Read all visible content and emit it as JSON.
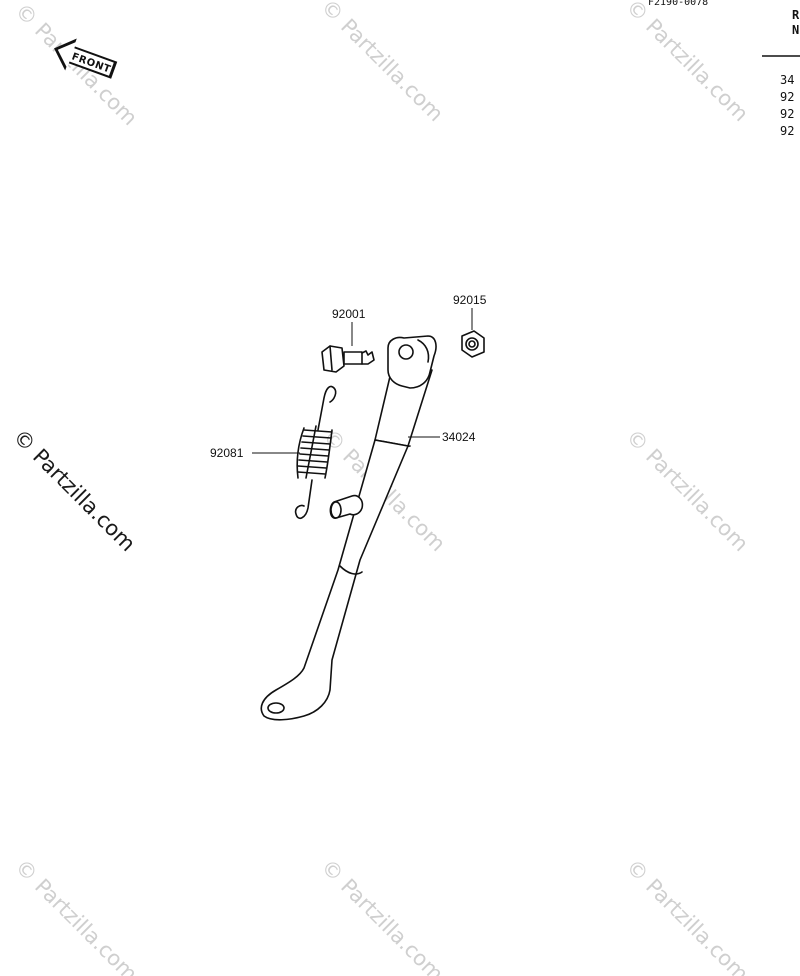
{
  "diagram": {
    "front_arrow_label": "FRONT",
    "header_fragment": "F2190-0078",
    "corner_header": [
      "R",
      "N"
    ],
    "corner_parts": [
      "34",
      "92",
      "92",
      "92"
    ],
    "callouts": {
      "part_92001": "92001",
      "part_92015": "92015",
      "part_34024": "34024",
      "part_92081": "92081"
    },
    "watermark": "© Partzilla.com"
  }
}
